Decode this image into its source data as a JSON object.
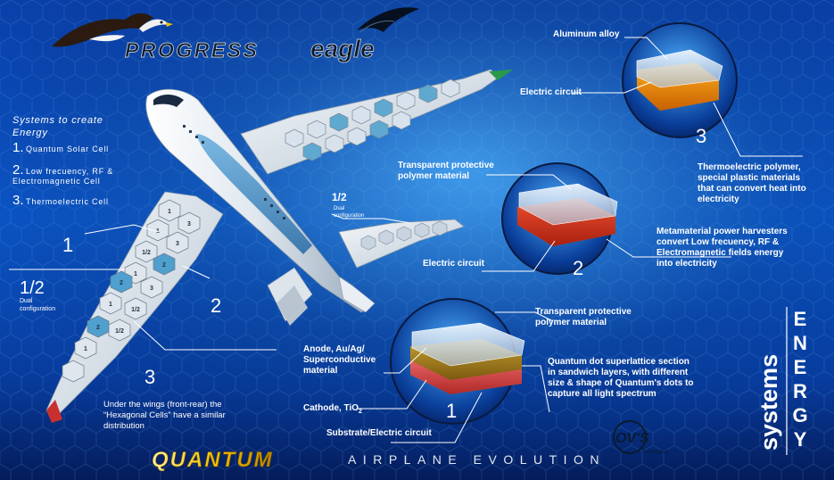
{
  "brand": {
    "logo_progress": "PROGRESS",
    "logo_eagle": "eagle",
    "footer_quantum": "QUANTUM",
    "footer_airplane": "AIRPLANE EVOLUTION",
    "company_mark": "OV'S",
    "company_small": "Aerospace"
  },
  "systems_list": {
    "heading_line1": "Systems to create",
    "heading_line2": "Energy",
    "items": [
      {
        "num": "1.",
        "text": "Quantum Solar Cell"
      },
      {
        "num": "2.",
        "text": "Low frecuency, RF &"
      },
      {
        "num": "",
        "text": "Electromagnetic Cell"
      },
      {
        "num": "3.",
        "text": "Thermoelectric Cell"
      }
    ]
  },
  "wing_labels": {
    "one": "1",
    "half": "1/2",
    "dual": "Dual",
    "configuration": "configuration",
    "two": "2",
    "three": "3",
    "tail_half": "1/2",
    "tail_dual": "Dual",
    "tail_configuration": "configuration"
  },
  "hex_cells": [
    "1",
    "2",
    "3",
    "1/2"
  ],
  "under_wings_note": {
    "line1": "Under the wings (front-rear) the",
    "line2": "“Hexagonal Cells” have a similar",
    "line3": "distribution"
  },
  "layer_1": {
    "transparent_line1": "Transparent protective",
    "transparent_line2": "polymer material",
    "anode_line1": "Anode, Au/Ag/",
    "anode_line2": "Superconductive",
    "anode_line3": "material",
    "cathode": "Cathode, TiO",
    "cathode_sub": "2",
    "substrate": "Substrate/Electric circuit",
    "quantum_line1": "Quantum dot superlattice section",
    "quantum_line2": "in sandwich layers, with different",
    "quantum_line3": "size & shape of Quantum's dots to",
    "quantum_line4": "capture all light spectrum",
    "number": "1"
  },
  "layer_2": {
    "transparent_line1": "Transparent protective",
    "transparent_line2": "polymer material",
    "electric_circuit": "Electric circuit",
    "meta_line1": "Metamaterial power harvesters",
    "meta_line2": "convert Low frecuency,  RF &",
    "meta_line3": "Electromagnetic fields energy",
    "meta_line4": "into electricity",
    "number": "2"
  },
  "layer_3": {
    "aluminum": "Aluminum alloy",
    "electric_circuit": "Electric circuit",
    "thermo_line1": "Thermoelectric polymer,",
    "thermo_line2": "special plastic materials",
    "thermo_line3": "that can convert heat into",
    "thermo_line4": "electricity",
    "number": "3"
  },
  "side_title": {
    "energy_letters": [
      "E",
      "N",
      "E",
      "R",
      "G",
      "Y"
    ],
    "systems": "systems"
  },
  "colors": {
    "bg_top": "#0a3fa8",
    "bg_bottom": "#041c5a",
    "accent_yellow": "#f2c200",
    "hex_blue": "#2f8fc0",
    "plane_white": "#eef3f8",
    "layer3_orange": "#e8860a",
    "layer2_red": "#d83a1a",
    "layer1_gold": "#b8901a"
  },
  "icons": [
    "eagle-logo-icon",
    "eagle-feather-icon",
    "airplane-illustration",
    "ovs-logo-icon"
  ]
}
